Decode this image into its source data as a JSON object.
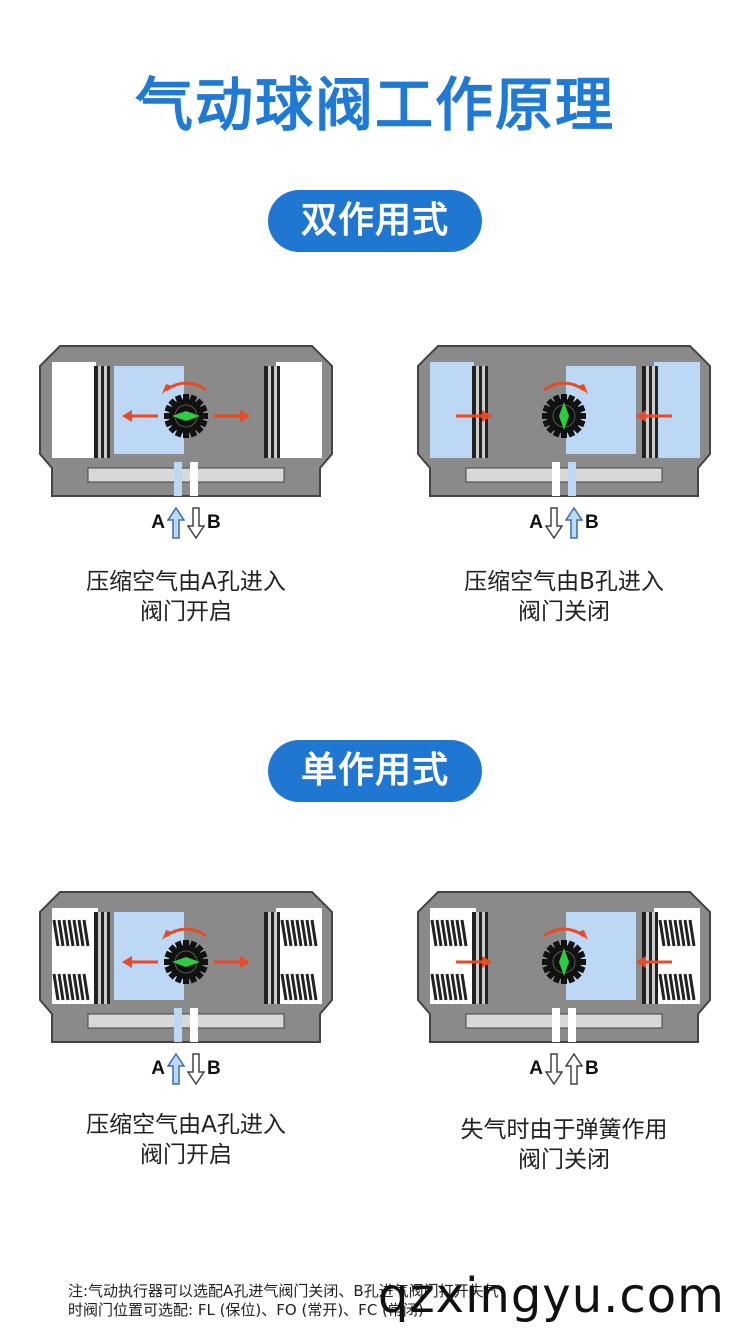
{
  "title": "气动球阀工作原理",
  "sections": [
    {
      "heading": "双作用式",
      "panels": [
        {
          "port_a": "A",
          "port_b": "B",
          "caption_lines": [
            "压缩空气由A孔进入",
            "阀门开启"
          ]
        },
        {
          "port_a": "A",
          "port_b": "B",
          "caption_lines": [
            "压缩空气由B孔进入",
            "阀门关闭"
          ]
        }
      ]
    },
    {
      "heading": "单作用式",
      "panels": [
        {
          "port_a": "A",
          "port_b": "B",
          "caption_lines": [
            "压缩空气由A孔进入",
            "阀门开启"
          ]
        },
        {
          "port_a": "A",
          "port_b": "B",
          "caption_lines": [
            "失气时由于弹簧作用",
            "阀门关闭"
          ]
        }
      ]
    }
  ],
  "footnote_lines": [
    "注:气动执行器可以选配A孔进气阀门关闭、B孔进气阀门打开失气",
    "时阀门位置可选配: FL (保位)、FO (常开)、FC (常闭)"
  ],
  "watermark": "qzxingyu.com",
  "colors": {
    "accent": "#1f77d2",
    "air_fill": "#bcd8f4",
    "body_gray": "#8a8a8a",
    "arrow_red": "#e84a25",
    "stem_green": "#2ecc40"
  }
}
